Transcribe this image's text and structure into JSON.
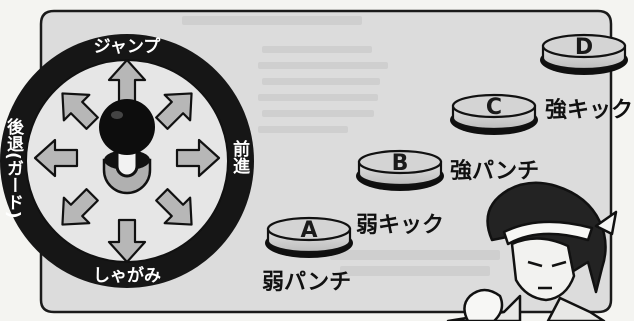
{
  "controller": {
    "directions": {
      "up": "ジャンプ",
      "down": "しゃがみ",
      "left": "後退(ガード)",
      "right": "前進"
    }
  },
  "buttons": [
    {
      "letter": "A",
      "label": "弱パンチ"
    },
    {
      "letter": "B",
      "label": "弱キック"
    },
    {
      "letter": "C",
      "label": "強パンチ"
    },
    {
      "letter": "D",
      "label": "強キック"
    }
  ],
  "colors": {
    "panel": "#dcdcdc",
    "ring": "#1a1a1a",
    "button_cap": "#c9c9c9",
    "button_base": "#111111",
    "arrow_fill": "#b7b7b7"
  }
}
